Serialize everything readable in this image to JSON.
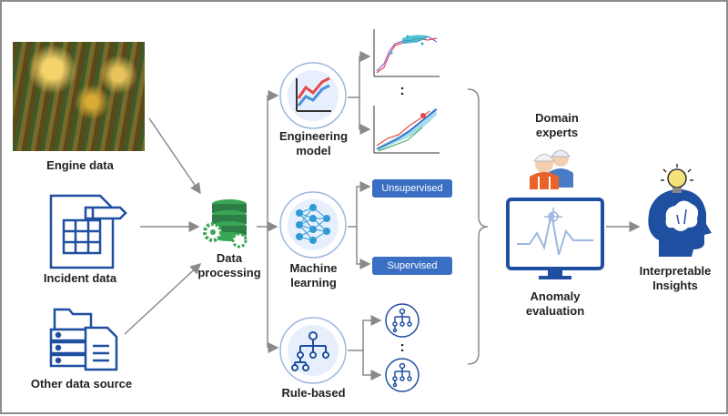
{
  "sources": {
    "engine": "Engine data",
    "incident": "Incident data",
    "other": "Other data source"
  },
  "processing": "Data\nprocessing",
  "models": {
    "engineering": "Engineering\nmodel",
    "ml": "Machine\nlearning",
    "rule": "Rule-based"
  },
  "ml_outputs": {
    "unsupervised": "Unsupervised",
    "supervised": "Supervised"
  },
  "ellipsis": ":",
  "experts": "Domain\nexperts",
  "evaluation": "Anomaly\nevaluation",
  "insights": "Interpretable\nInsights",
  "colors": {
    "primary_blue": "#1f4fa0",
    "pill_blue": "#3a6fc4",
    "arrow_gray": "#8a8a8a",
    "green_accent": "#3aa655"
  }
}
